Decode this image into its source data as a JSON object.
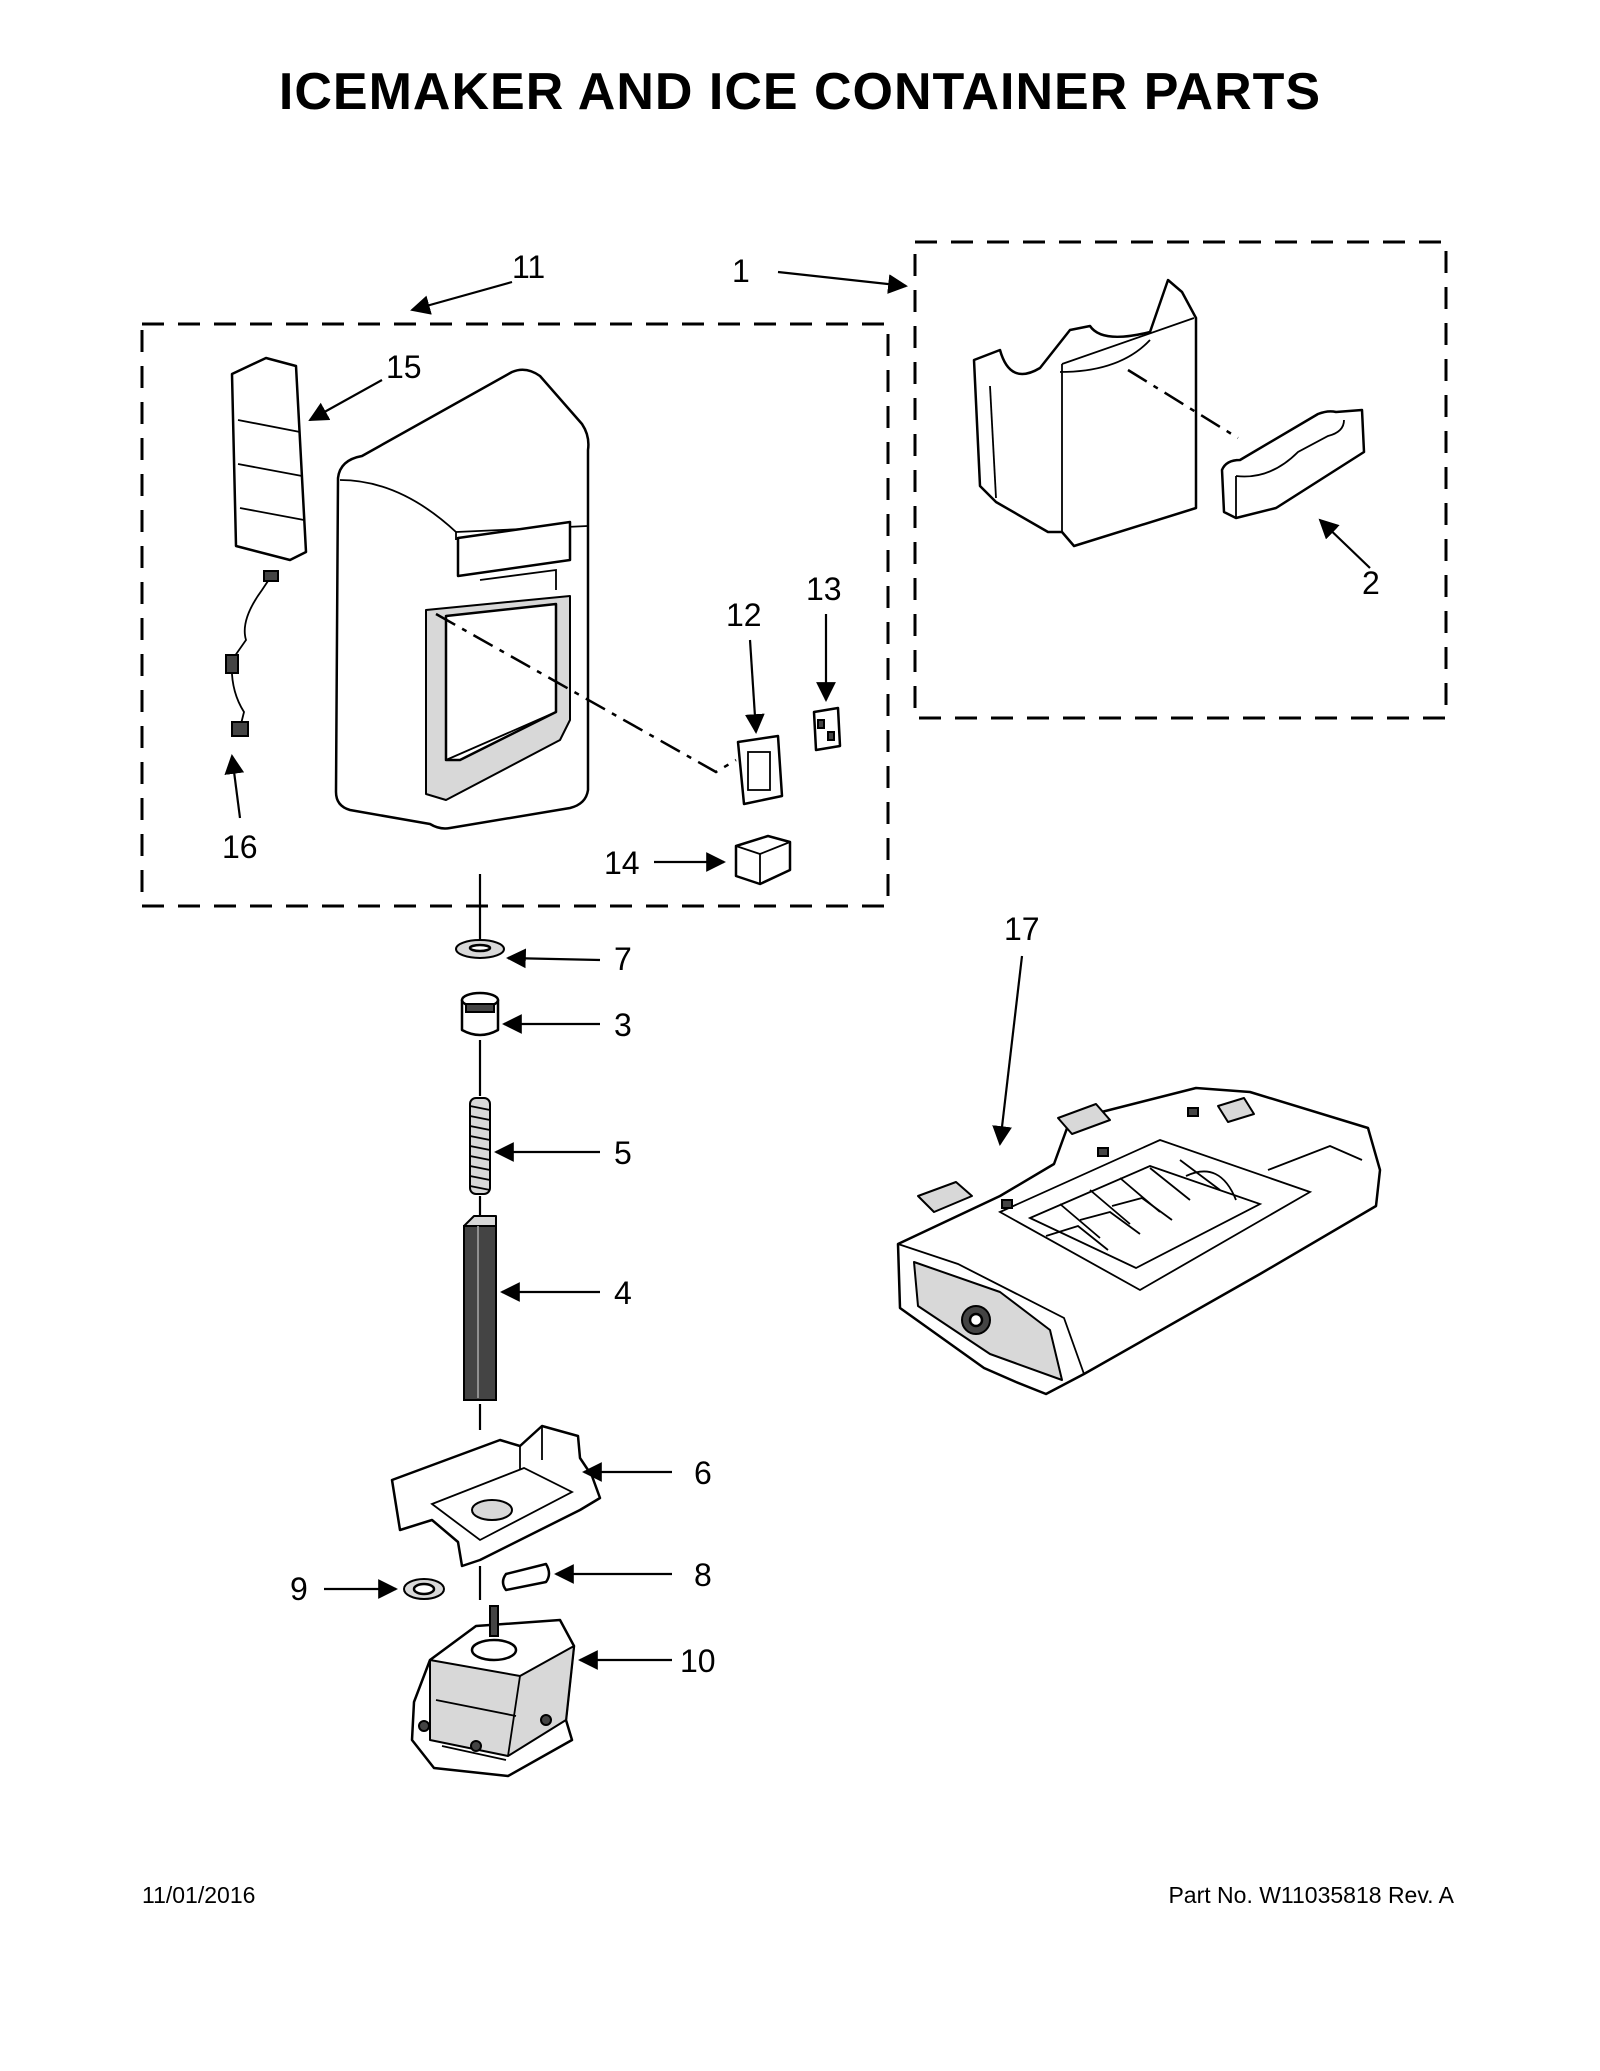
{
  "title": "ICEMAKER AND ICE CONTAINER PARTS",
  "footer": {
    "date": "11/01/2016",
    "part_label": "Part No.  W11035818  Rev.  A"
  },
  "callouts": {
    "c1": "1",
    "c2": "2",
    "c3": "3",
    "c4": "4",
    "c5": "5",
    "c6": "6",
    "c7": "7",
    "c8": "8",
    "c9": "9",
    "c10": "10",
    "c11": "11",
    "c12": "12",
    "c13": "13",
    "c14": "14",
    "c15": "15",
    "c16": "16",
    "c17": "17"
  }
}
